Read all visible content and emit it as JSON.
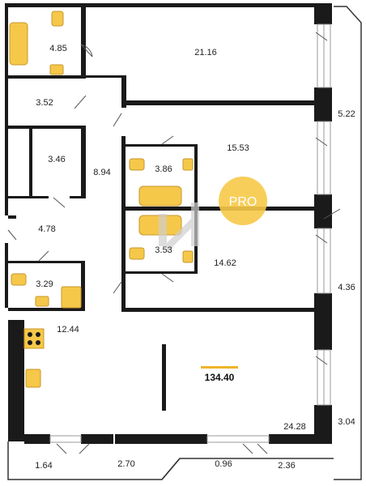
{
  "colors": {
    "wall": "#1a1a1a",
    "thin_wall": "#333333",
    "fixture_fill": "#f5c84a",
    "fixture_stroke": "#c9962a",
    "badge": "#f7c948",
    "window": "#9a9a9a",
    "watermark": "#cfcfcf",
    "total_accent": "#f0b429"
  },
  "badge": {
    "text": "PRO"
  },
  "total_area": "134.40",
  "rooms": [
    {
      "id": "bath-top",
      "area": "4.85"
    },
    {
      "id": "living-top",
      "area": "21.16"
    },
    {
      "id": "closet-a",
      "area": "3.52"
    },
    {
      "id": "balcony-right-top",
      "area": "5.22"
    },
    {
      "id": "closet-b",
      "area": "3.46"
    },
    {
      "id": "corridor",
      "area": "8.94"
    },
    {
      "id": "bath-mid",
      "area": "3.86"
    },
    {
      "id": "bedroom-mid",
      "area": "15.53"
    },
    {
      "id": "hall",
      "area": "4.78"
    },
    {
      "id": "bath-lower",
      "area": "3.53"
    },
    {
      "id": "bedroom-lower",
      "area": "14.62"
    },
    {
      "id": "wc",
      "area": "3.29"
    },
    {
      "id": "balcony-right-mid",
      "area": "4.36"
    },
    {
      "id": "kitchen",
      "area": "12.44"
    },
    {
      "id": "living-main",
      "area": "24.28"
    },
    {
      "id": "balcony-right-bottom",
      "area": "3.04"
    },
    {
      "id": "balcony-bottom-1",
      "area": "1.64"
    },
    {
      "id": "balcony-bottom-2",
      "area": "2.70"
    },
    {
      "id": "balcony-bottom-3",
      "area": "0.96"
    },
    {
      "id": "balcony-bottom-4",
      "area": "2.36"
    }
  ]
}
